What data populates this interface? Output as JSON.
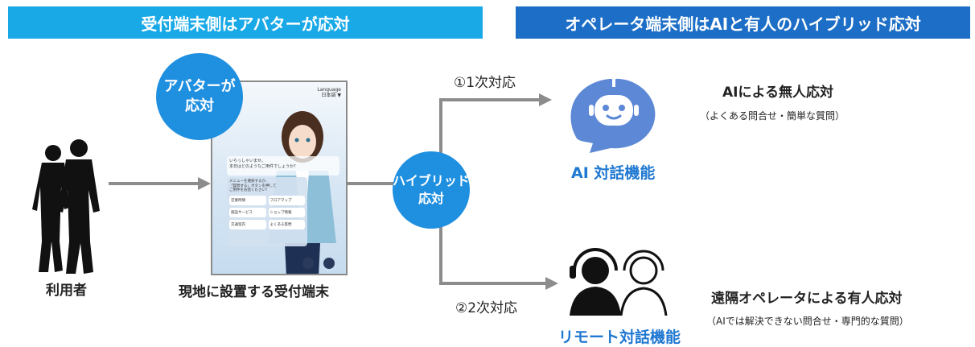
{
  "banners": {
    "left": "受付端末側はアバターが応対",
    "right": "オペレータ端末側はAIと有人のハイブリッド応対"
  },
  "avatar_badge": {
    "line1": "アバターが",
    "line2": "応対"
  },
  "hybrid_badge": {
    "line1": "ハイブリッド",
    "line2": "応対"
  },
  "user": {
    "label": "利用者"
  },
  "kiosk": {
    "caption": "現地に設置する受付端末",
    "lang_line1": "Language",
    "lang_line2": "日本語 ▼",
    "greeting_line1": "いらっしゃいませ。",
    "greeting_line2": "本日はどのようなご用件でしょうか？",
    "menu_note_line1": "メニューを選択するか、",
    "menu_note_line2": "「質問する」ボタンを押して",
    "menu_note_line3": "ご用件をお話ください！",
    "buttons": [
      "営業時間",
      "フロアマップ",
      "施設サービス",
      "ショップ情報",
      "交通案内",
      "よくある質問"
    ]
  },
  "branches": {
    "first": "①1次対応",
    "second": "②2次対応"
  },
  "ai": {
    "name": "AI 対話機能",
    "title": "AIによる無人応対",
    "sub": "（よくある問合せ・簡単な質問）"
  },
  "remote": {
    "name": "リモート対話機能",
    "title": "遠隔オペレータによる有人応対",
    "sub": "（AIでは解決できない問合せ・専門的な質問）"
  },
  "colors": {
    "banner_left": "#19a9e6",
    "banner_right": "#1c6ec6",
    "badge": "#1f8fe0",
    "accent_text": "#1f78d1",
    "arrow": "#8c8c8c"
  }
}
